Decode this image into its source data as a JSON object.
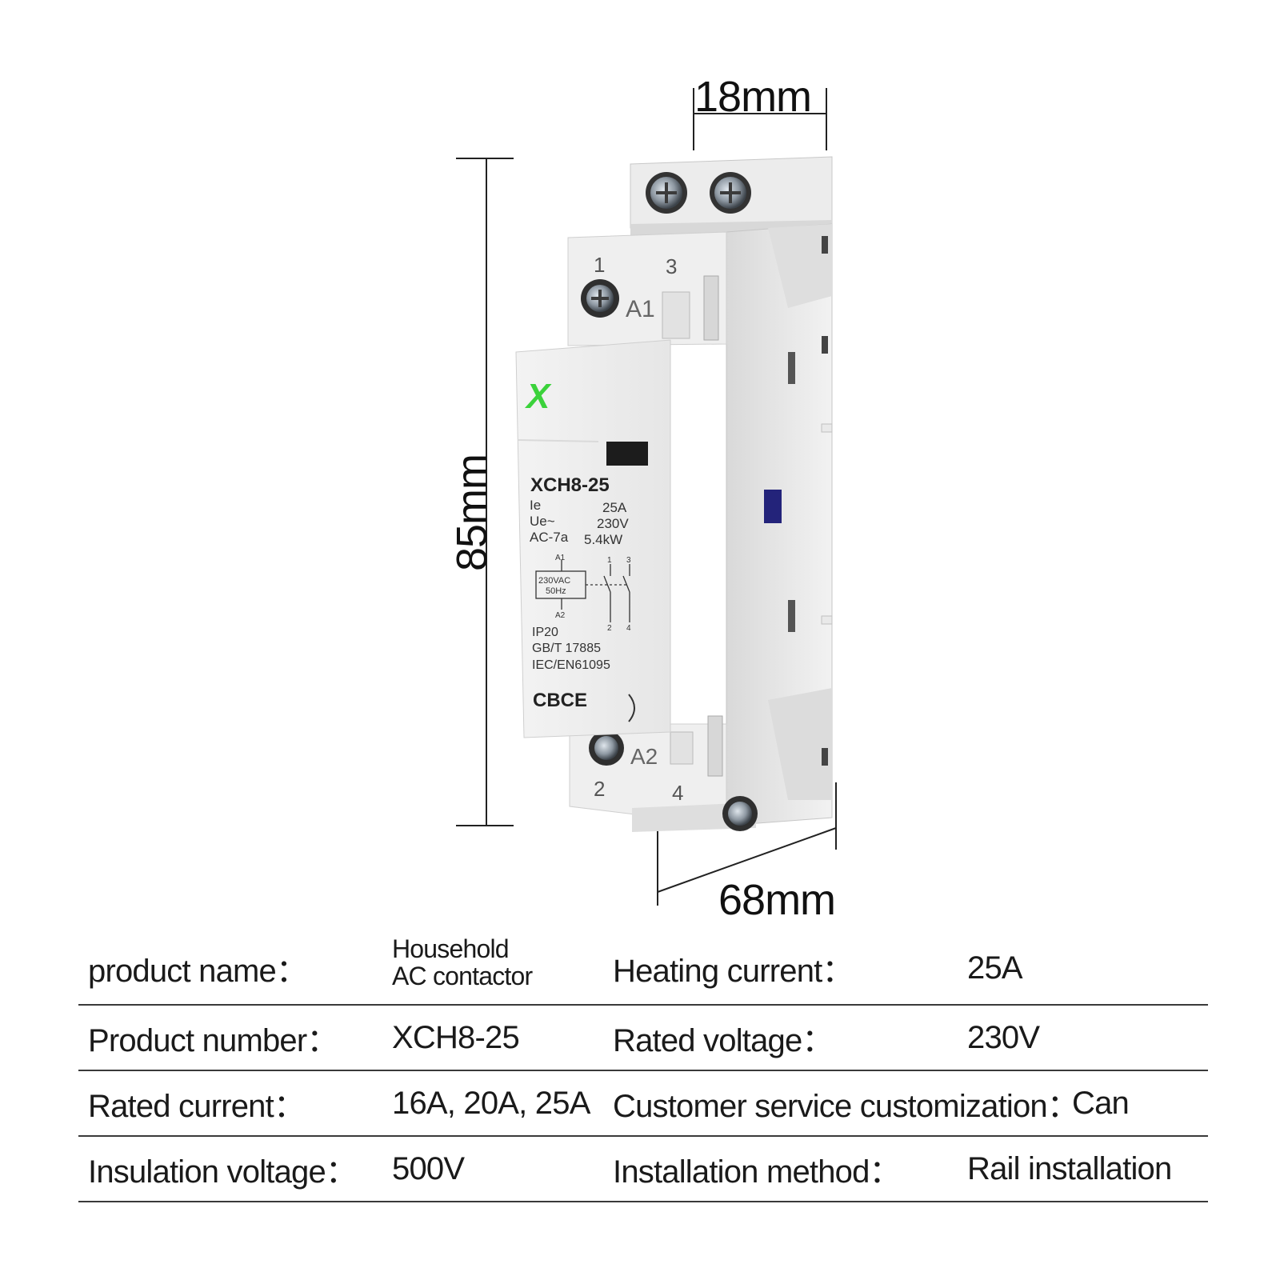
{
  "dimensions": {
    "width": "18mm",
    "height": "85mm",
    "depth": "68mm"
  },
  "device_label": {
    "brand_mark": "X",
    "model": "XCH8-25",
    "ie_label": "Ie",
    "ie_value": "25A",
    "ue_label": "Ue~",
    "ue_value": "230V",
    "ac_label": "AC-7a",
    "ac_value": "5.4kW",
    "coil_top": "A1",
    "coil_bottom": "A2",
    "coil_rating_1": "230VAC",
    "coil_rating_2": "50Hz",
    "pole_1": "1",
    "pole_3": "3",
    "pole_2": "2",
    "pole_4": "4",
    "ip": "IP20",
    "standard_1": "GB/T 17885",
    "standard_2": "IEC/EN61095",
    "marks": "CBCE",
    "terminal_a1": "A1",
    "terminal_a2": "A2",
    "term_1": "1",
    "term_3": "3",
    "term_2": "2",
    "term_4": "4"
  },
  "brand_color": "#3bd23b",
  "specs": [
    {
      "label": "product name：",
      "value_line1": "Household",
      "value_line2": "AC contactor",
      "label2": "Heating current：",
      "value2": "25A"
    },
    {
      "label": "Product number：",
      "value": "XCH8-25",
      "label2": "Rated voltage：",
      "value2": "230V"
    },
    {
      "label": "Rated current：",
      "value": "16A, 20A, 25A",
      "label2": "Customer service customization：",
      "value2": "Can"
    },
    {
      "label": "Insulation voltage：",
      "value": "500V",
      "label2": "Installation method：",
      "value2": "Rail installation"
    }
  ]
}
